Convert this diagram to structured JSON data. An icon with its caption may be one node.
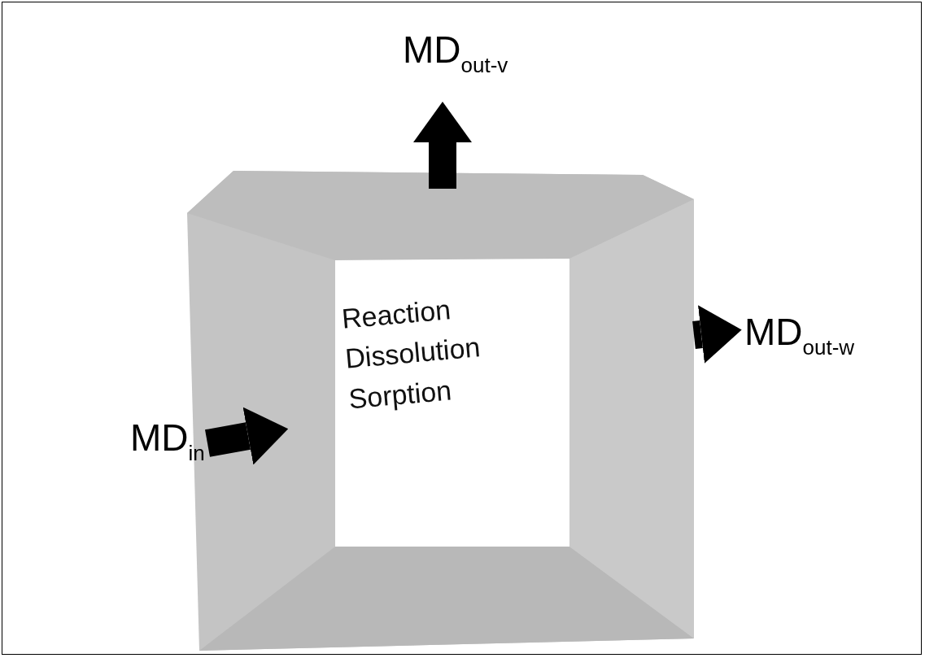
{
  "diagram": {
    "nodes": [
      {
        "text": [
          "Reaction Dissolution Sorption"
        ]
      },
      {
        "text": [
          "MD$_{in}$"
        ]
      },
      {
        "text": [
          "MD$_{out-v}$"
        ]
      },
      {
        "text": [
          "MD$_{out-w}$"
        ]
      }
    ],
    "edges": [
      {
        "from": 1,
        "to": 0,
        "arrow": "to"
      },
      {
        "from": 0,
        "to": 2,
        "arrow": "to"
      },
      {
        "from": 0,
        "to": 3,
        "arrow": "to"
      }
    ]
  }
}
